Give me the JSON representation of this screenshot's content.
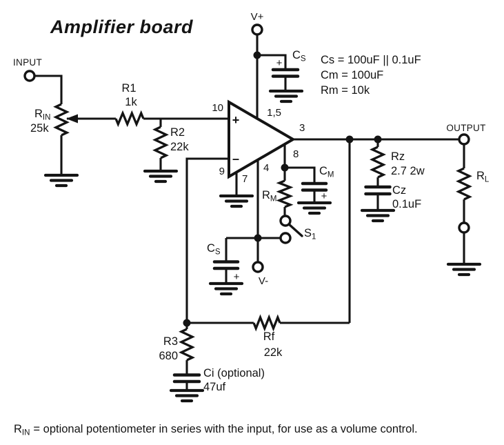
{
  "colors": {
    "ink": "#141414",
    "bg": "#ffffff"
  },
  "title": "Amplifier board",
  "terminals": {
    "input": "INPUT",
    "output": "OUTPUT",
    "v_plus": "V+",
    "v_minus": "V-"
  },
  "notes": [
    "Cs = 100uF || 0.1uF",
    "Cm = 100uF",
    "Rm = 10k"
  ],
  "opamp": {
    "pin_10": "10",
    "pin_9": "9",
    "pin_3": "3",
    "pin_8": "8",
    "pin_4": "4",
    "pin_7": "7",
    "pin_1_5": "1,5",
    "noninverting": "+",
    "inverting": "–"
  },
  "symbols": {
    "plus": "+"
  },
  "components": {
    "rin": {
      "ref": "R",
      "ref_sub": "IN",
      "value": "25k"
    },
    "r1": {
      "ref": "R1",
      "value": "1k"
    },
    "r2": {
      "ref": "R2",
      "value": "22k"
    },
    "r3": {
      "ref": "R3",
      "value": "680"
    },
    "rf": {
      "ref": "Rf",
      "value": "22k"
    },
    "rz": {
      "ref": "Rz",
      "value": "2.7 2w"
    },
    "cz": {
      "ref": "Cz",
      "value": "0.1uF"
    },
    "rl": {
      "ref": "R",
      "ref_sub": "L"
    },
    "cs_top": {
      "ref": "C",
      "ref_sub": "S"
    },
    "cs_bot": {
      "ref": "C",
      "ref_sub": "S"
    },
    "cm": {
      "ref": "C",
      "ref_sub": "M"
    },
    "rm": {
      "ref": "R",
      "ref_sub": "M"
    },
    "s1": {
      "ref": "S",
      "ref_sub": "1"
    },
    "ci": {
      "ref": "Ci (optional)",
      "value": "47uf"
    }
  },
  "caption": {
    "ref": "R",
    "ref_sub": "IN",
    "text": "= optional potentiometer in series with the input, for use as a volume control."
  }
}
